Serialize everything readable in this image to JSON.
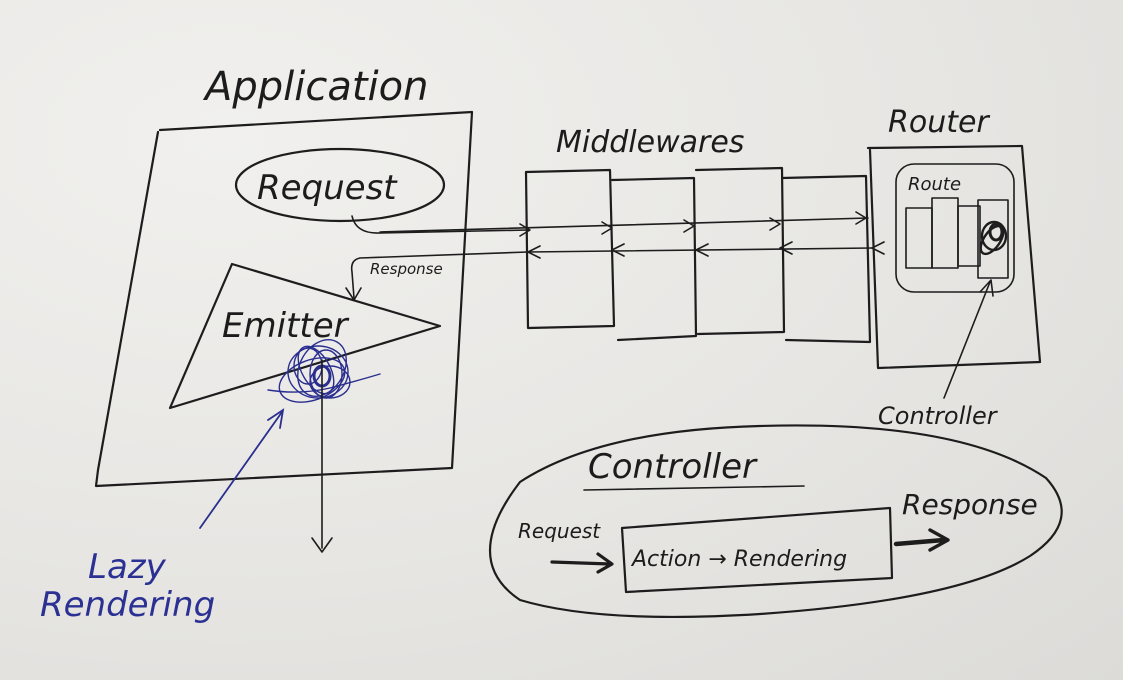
{
  "labels": {
    "application": "Application",
    "request": "Request",
    "response_small": "Response",
    "emitter": "Emitter",
    "lazy_line1": "Lazy",
    "lazy_line2": "Rendering",
    "middlewares": "Middlewares",
    "router": "Router",
    "route": "Route",
    "controller_pointer": "Controller",
    "controller_title": "Controller",
    "controller_request": "Request",
    "action_rendering": "Action → Rendering",
    "controller_response": "Response"
  },
  "colors": {
    "ink": "#1d1d1d",
    "blue_ink": "#2a2f8f",
    "paper": "#e9e8e5"
  }
}
